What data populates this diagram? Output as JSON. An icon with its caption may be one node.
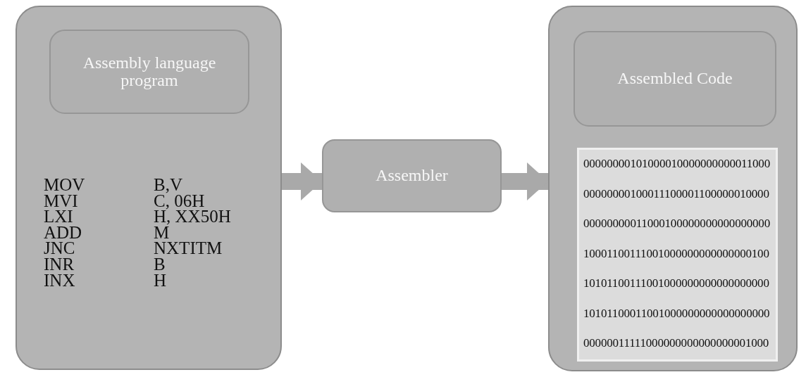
{
  "diagram": {
    "nodes": [
      {
        "text": [
          "MOV",
          "B,V",
          "MVI",
          "C, 06H",
          "LXI",
          "H, XX50H",
          "ADD",
          "M",
          "JNC",
          "NXTITM",
          "INR",
          "B",
          "INX",
          "H"
        ]
      },
      {
        "text": [
          "Assembly language program"
        ],
        "in": 0
      },
      {
        "text": [
          "Assembler"
        ]
      },
      {
        "text": [],
        "shape": "box"
      },
      {
        "text": [
          "Assembled Code"
        ],
        "in": 3
      },
      {
        "text": [
          "00000000101000010000000000011000",
          "00000000100011100001100000010000",
          "00000000011000100000000000000000",
          "10001100111001000000000000000100",
          "10101100111001000000000000000000",
          "10101100011001000000000000000000",
          "00000011111000000000000000001000"
        ],
        "in": 3
      }
    ],
    "edges": [
      {
        "from": 0,
        "to": 2,
        "arrow": "to"
      },
      {
        "from": 2,
        "to": 3,
        "arrow": "to"
      }
    ]
  }
}
